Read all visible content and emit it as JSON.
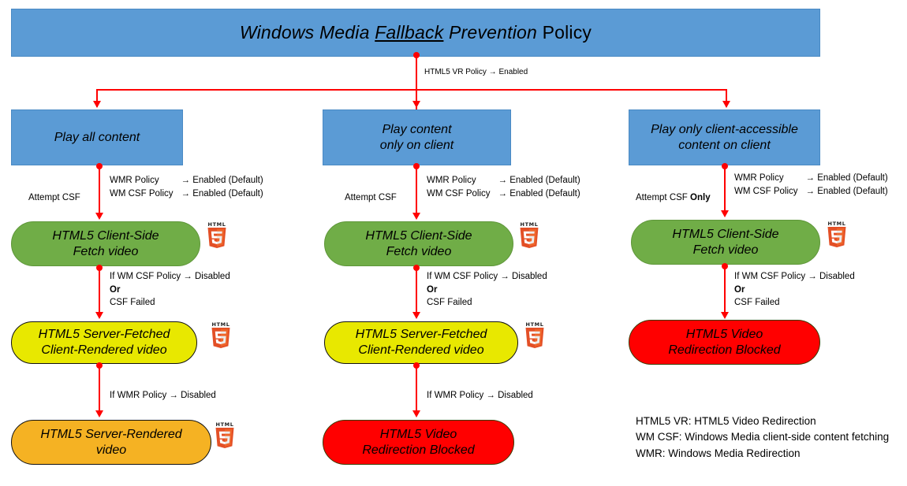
{
  "title": {
    "part1": "Windows Media ",
    "underlined": "Fallback",
    "part2": " Prevention ",
    "part3": "Policy"
  },
  "root_edge": {
    "label": "HTML5 VR Policy  → Enabled"
  },
  "columns": [
    {
      "id": "play-all-content",
      "option": "Play all content",
      "attempt_label": "Attempt CSF",
      "attempt_bold": "",
      "policies": [
        {
          "name": "WMR Policy",
          "value": "→ Enabled (Default)"
        },
        {
          "name": "WM CSF Policy",
          "value": "→ Enabled (Default)"
        }
      ],
      "node_green": "HTML5 Client-Side\nFetch video",
      "green_has_logo": true,
      "edge2": {
        "line1": "If WM CSF Policy → Disabled",
        "line2": "Or",
        "line3": "CSF Failed"
      },
      "node_mid": "HTML5 Server-Fetched\nClient-Rendered video",
      "mid_color": "yellow",
      "mid_has_logo": true,
      "edge3": "If WMR Policy → Disabled",
      "node_last": "HTML5 Server-Rendered\nvideo",
      "last_color": "orange",
      "last_has_logo": true
    },
    {
      "id": "play-content-only-on-client",
      "option": "Play content\nonly on client",
      "attempt_label": "Attempt CSF",
      "attempt_bold": "",
      "policies": [
        {
          "name": "WMR Policy",
          "value": "→ Enabled (Default)"
        },
        {
          "name": "WM CSF Policy",
          "value": "→ Enabled (Default)"
        }
      ],
      "node_green": "HTML5 Client-Side\nFetch video",
      "green_has_logo": true,
      "edge2": {
        "line1": "If WM CSF Policy → Disabled",
        "line2": "Or",
        "line3": "CSF Failed"
      },
      "node_mid": "HTML5 Server-Fetched\nClient-Rendered video",
      "mid_color": "yellow",
      "mid_has_logo": true,
      "edge3": "If WMR Policy → Disabled",
      "node_last": "HTML5 Video\nRedirection Blocked",
      "last_color": "red",
      "last_has_logo": false
    },
    {
      "id": "play-only-client-accessible-content-on-client",
      "option": "Play only client-accessible\ncontent on client",
      "attempt_label": "Attempt CSF ",
      "attempt_bold": "Only",
      "policies": [
        {
          "name": "WMR Policy",
          "value": "→ Enabled (Default)"
        },
        {
          "name": "WM CSF Policy",
          "value": "→ Enabled (Default)"
        }
      ],
      "node_green": "HTML5 Client-Side\nFetch video",
      "green_has_logo": true,
      "edge2": {
        "line1": "If WM CSF Policy → Disabled",
        "line2": "Or",
        "line3": "CSF Failed"
      },
      "node_mid": "HTML5 Video\nRedirection Blocked",
      "mid_color": "red",
      "mid_has_logo": false,
      "edge3": "",
      "node_last": "",
      "last_color": "",
      "last_has_logo": false
    }
  ],
  "legend": [
    "HTML5 VR: HTML5 Video Redirection",
    "WM CSF: Windows Media client-side content fetching",
    "WMR: Windows Media Redirection"
  ],
  "icons": {
    "html5_wordmark": "HTML",
    "html5_digit": "5"
  },
  "colors": {
    "blue": "#5B9BD5",
    "green": "#70AD47",
    "yellow": "#E8E800",
    "orange": "#F5B223",
    "red": "#FF0000",
    "connector": "#FF0000",
    "html5_orange": "#E34F26",
    "html5_orange_light": "#EF652A"
  }
}
